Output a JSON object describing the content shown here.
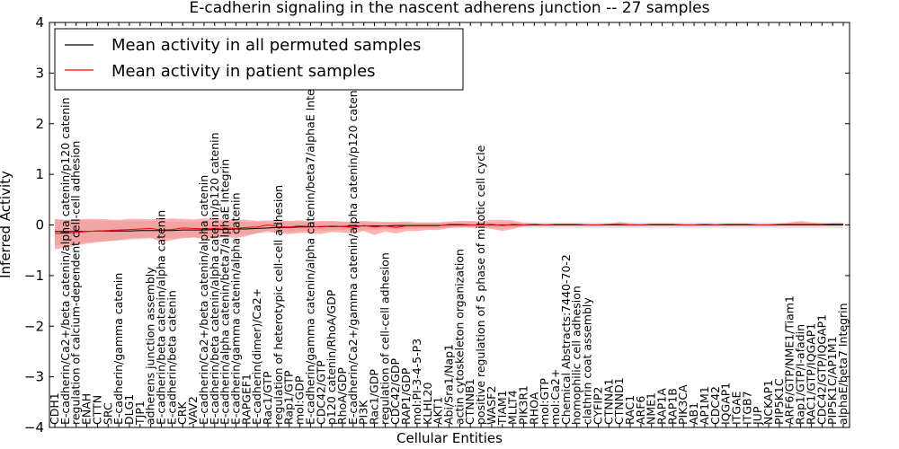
{
  "chart_data": {
    "type": "line",
    "title": "E-cadherin signaling in the nascent adherens junction -- 27 samples",
    "xlabel": "Cellular Entities",
    "ylabel": "Inferred Activity",
    "ylim": [
      -4,
      4
    ],
    "yticks": [
      "4",
      "3",
      "2",
      "1",
      "0",
      "−1",
      "−2",
      "−3",
      "−4"
    ],
    "grid": false,
    "legend_position": "top-left",
    "categories": [
      "CDH1",
      "E-cadherin/Ca2+/beta catenin/alpha catenin/p120 catenin",
      "regulation of calcium-dependent cell-cell adhesion",
      "ENAH",
      "CTTN",
      "SRC",
      "E-cadherin/gamma catenin",
      "DLG1",
      "TJP1",
      "adherens junction assembly",
      "E-cadherin/beta catenin/alpha catenin",
      "E-cadherin/beta catenin",
      "CRK",
      "VAV2",
      "E-cadherin/Ca2+/beta catenin/alpha catenin",
      "E-cadherin/beta catenin/alpha catenin/p120 catenin",
      "E-cadherin/alpha catenin/beta7/alphaE Integrin",
      "E-cadherin/gamma catenin/alpha catenin",
      "RAPGEF1",
      "E-cadherin(dimer)/Ca2+",
      "Rac1/GTP",
      "regulation of heterotypic cell-cell adhesion",
      "Rap1/GTP",
      "mol:GDP",
      "E-cadherin/gamma catenin/alpha catenin/beta7/alphaE Integrin",
      "CDC42/GTP",
      "p120 catenin/RhoA/GDP",
      "RhoA/GDP",
      "E-cadherin/Ca2+/gamma catenin/alpha catenin/p120 catenin",
      "PI3K",
      "Rac1/GDP",
      "regulation of cell-cell adhesion",
      "CDC42/GDP",
      "RAP1/GDP",
      "mol:PI-3-4-5-P3",
      "KLHL20",
      "AKT1",
      "Abi/Sra1/Nap1",
      "actin cytoskeleton organization",
      "CTNNB1",
      "positive regulation of S phase of mitotic cell cycle",
      "WASF2",
      "TIAM1",
      "MLLT4",
      "PIK3R1",
      "RHOA",
      "mol:GTP",
      "mol:Ca2+",
      "Chemical Abstracts:7440-70-2",
      "homophilic cell adhesion",
      "clathrin coat assembly",
      "CYFIP2",
      "CTNNA1",
      "CTNND1",
      "RAC1",
      "ARF6",
      "NME1",
      "RAP1A",
      "RAP1B",
      "PIK3CA",
      "AB1",
      "AP1M1",
      "CDC42",
      "IQGAP1",
      "ITGAE",
      "ITGB7",
      "JUP",
      "NCKAP1",
      "PIP5K1C",
      "ARF6/GTP/NME1/Tiam1",
      "Rap1/GTP/I-afadin",
      "RAC1/GTP/IQGAP1",
      "CDC42/GTP/IQGAP1",
      "PIP5K1C/AP1M1",
      "alphaE/beta7 Integrin"
    ],
    "series": [
      {
        "name": "Mean activity in all permuted samples",
        "color": "#000000",
        "values": [
          -0.13,
          -0.13,
          -0.13,
          -0.13,
          -0.12,
          -0.12,
          -0.12,
          -0.12,
          -0.11,
          -0.11,
          -0.11,
          -0.11,
          -0.1,
          -0.1,
          -0.1,
          -0.09,
          -0.09,
          -0.08,
          -0.08,
          -0.07,
          -0.06,
          -0.05,
          -0.05,
          -0.04,
          -0.04,
          -0.03,
          -0.03,
          -0.03,
          -0.02,
          -0.02,
          -0.02,
          -0.02,
          -0.01,
          -0.01,
          -0.01,
          -0.01,
          -0.01,
          0.0,
          0.0,
          0.0,
          0.0,
          0.0,
          0.0,
          0.0,
          0.0,
          0.0,
          0.0,
          0.0,
          0.0,
          0.0,
          0.0,
          0.0,
          0.0,
          0.0,
          0.0,
          0.0,
          0.0,
          0.0,
          0.0,
          0.0,
          0.0,
          0.0,
          0.0,
          0.0,
          0.0,
          0.0,
          0.0,
          0.0,
          0.0,
          0.0,
          0.0,
          0.0,
          0.0,
          0.0,
          0.0
        ],
        "band_lower": [
          -0.4,
          -0.38,
          -0.36,
          -0.34,
          -0.33,
          -0.32,
          -0.31,
          -0.3,
          -0.29,
          -0.28,
          -0.27,
          -0.26,
          -0.25,
          -0.24,
          -0.23,
          -0.22,
          -0.21,
          -0.2,
          -0.19,
          -0.17,
          -0.16,
          -0.15,
          -0.14,
          -0.13,
          -0.12,
          -0.11,
          -0.11,
          -0.1,
          -0.1,
          -0.09,
          -0.09,
          -0.08,
          -0.08,
          -0.08,
          -0.07,
          -0.07,
          -0.07,
          -0.06,
          -0.06,
          -0.06,
          -0.06,
          -0.06,
          -0.06,
          -0.06,
          -0.06,
          -0.06,
          -0.06,
          -0.06,
          -0.06,
          -0.06,
          -0.06,
          -0.06,
          -0.06,
          -0.06,
          -0.06,
          -0.06,
          -0.06,
          -0.06,
          -0.06,
          -0.06,
          -0.06,
          -0.06,
          -0.06,
          -0.06,
          -0.06,
          -0.06,
          -0.06,
          -0.06,
          -0.06,
          -0.06,
          -0.06,
          -0.06,
          -0.06,
          -0.06,
          -0.06
        ],
        "band_upper": [
          0.1,
          0.1,
          0.09,
          0.09,
          0.09,
          0.08,
          0.08,
          0.08,
          0.08,
          0.08,
          0.07,
          0.07,
          0.07,
          0.07,
          0.07,
          0.07,
          0.07,
          0.07,
          0.06,
          0.06,
          0.06,
          0.06,
          0.06,
          0.06,
          0.06,
          0.06,
          0.06,
          0.06,
          0.05,
          0.05,
          0.05,
          0.05,
          0.05,
          0.05,
          0.05,
          0.05,
          0.05,
          0.05,
          0.05,
          0.05,
          0.05,
          0.05,
          0.05,
          0.05,
          0.05,
          0.05,
          0.05,
          0.05,
          0.05,
          0.05,
          0.05,
          0.05,
          0.05,
          0.05,
          0.05,
          0.05,
          0.05,
          0.05,
          0.05,
          0.05,
          0.05,
          0.05,
          0.05,
          0.05,
          0.05,
          0.05,
          0.05,
          0.05,
          0.05,
          0.05,
          0.05,
          0.05,
          0.05,
          0.05,
          0.05
        ],
        "band_color": "#c8c8c8"
      },
      {
        "name": "Mean activity in patient samples",
        "color": "#ff0000",
        "values": [
          -0.17,
          -0.16,
          -0.15,
          -0.13,
          -0.12,
          -0.11,
          -0.1,
          -0.09,
          -0.08,
          -0.07,
          -0.1,
          -0.09,
          -0.06,
          -0.07,
          -0.08,
          -0.07,
          -0.06,
          -0.07,
          -0.05,
          -0.04,
          0.0,
          -0.03,
          -0.04,
          -0.02,
          -0.03,
          -0.04,
          -0.02,
          -0.03,
          -0.05,
          -0.01,
          -0.04,
          -0.02,
          -0.05,
          -0.02,
          -0.02,
          -0.02,
          -0.02,
          0.01,
          0.01,
          0.0,
          0.0,
          0.01,
          -0.01,
          0.01,
          0.0,
          0.01,
          0.0,
          0.01,
          0.01,
          0.01,
          0.0,
          0.0,
          0.01,
          0.01,
          0.0,
          0.0,
          0.01,
          0.01,
          0.01,
          0.0,
          0.0,
          0.01,
          0.0,
          0.01,
          0.01,
          0.01,
          0.0,
          0.0,
          0.01,
          0.01,
          0.01,
          0.01,
          0.01,
          0.02,
          0.02
        ],
        "band_lower": [
          -0.48,
          -0.45,
          -0.4,
          -0.37,
          -0.34,
          -0.32,
          -0.3,
          -0.27,
          -0.26,
          -0.25,
          -0.34,
          -0.3,
          -0.26,
          -0.25,
          -0.28,
          -0.26,
          -0.24,
          -0.26,
          -0.22,
          -0.16,
          -0.12,
          -0.17,
          -0.18,
          -0.16,
          -0.16,
          -0.18,
          -0.14,
          -0.15,
          -0.17,
          -0.12,
          -0.2,
          -0.13,
          -0.17,
          -0.12,
          -0.12,
          -0.1,
          -0.1,
          -0.06,
          -0.05,
          -0.05,
          -0.05,
          -0.08,
          -0.12,
          -0.08,
          -0.02,
          -0.01,
          -0.01,
          -0.01,
          -0.01,
          -0.01,
          -0.01,
          -0.01,
          -0.01,
          -0.01,
          -0.01,
          -0.01,
          -0.01,
          -0.01,
          -0.01,
          -0.01,
          -0.01,
          -0.01,
          -0.01,
          -0.01,
          -0.01,
          -0.01,
          -0.01,
          -0.01,
          -0.01,
          -0.01,
          -0.01,
          -0.01,
          -0.01,
          -0.01,
          -0.01
        ],
        "band_upper": [
          0.12,
          0.1,
          0.11,
          0.12,
          0.12,
          0.11,
          0.1,
          0.12,
          0.12,
          0.11,
          0.12,
          0.13,
          0.12,
          0.11,
          0.13,
          0.12,
          0.1,
          0.11,
          0.1,
          0.08,
          0.09,
          0.09,
          0.08,
          0.09,
          0.07,
          0.08,
          0.08,
          0.07,
          0.07,
          0.08,
          0.07,
          0.06,
          0.06,
          0.07,
          0.05,
          0.05,
          0.05,
          0.07,
          0.08,
          0.08,
          0.07,
          0.1,
          0.1,
          0.09,
          0.04,
          0.03,
          0.02,
          0.02,
          0.02,
          0.02,
          0.02,
          0.02,
          0.02,
          0.06,
          0.03,
          0.02,
          0.02,
          0.02,
          0.02,
          0.02,
          0.02,
          0.02,
          0.02,
          0.02,
          0.02,
          0.02,
          0.02,
          0.02,
          0.02,
          0.05,
          0.08,
          0.05,
          0.03,
          0.03,
          0.03
        ],
        "band_color": "#ff6666"
      }
    ]
  }
}
